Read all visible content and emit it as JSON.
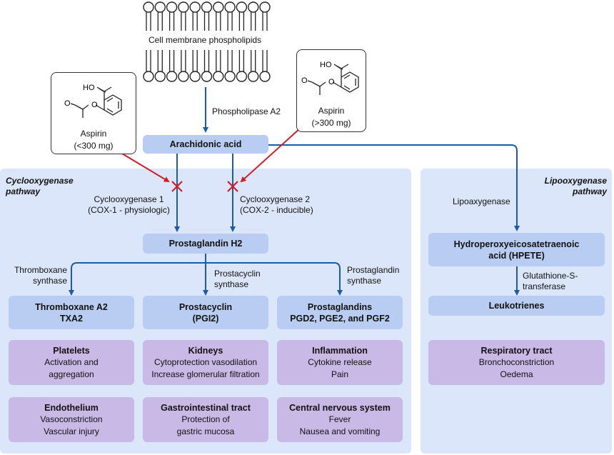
{
  "membrane_label": "Cell membrane phospholipids",
  "phospholipase": "Phospholipase A2",
  "arachidonic": "Arachidonic acid",
  "aspirin_low": {
    "name": "Aspirin",
    "dose": "(<300 mg)",
    "ho": "HO",
    "o1": "O",
    "o2": "O"
  },
  "aspirin_high": {
    "name": "Aspirin",
    "dose": "(>300 mg)",
    "ho": "HO",
    "o1": "O",
    "o2": "O"
  },
  "cox_pathway": {
    "title_1": "Cyclooxygenase",
    "title_2": "pathway",
    "cox1_line1": "Cyclooxygenase 1",
    "cox1_line2": "(COX-1 - physiologic)",
    "cox2_line1": "Cyclooxygenase 2",
    "cox2_line2": "(COX-2 - inducible)",
    "pgh2": "Prostaglandin H2",
    "synth_thromboxane_1": "Thromboxane",
    "synth_thromboxane_2": "synthase",
    "synth_prostacyclin_1": "Prostacyclin",
    "synth_prostacyclin_2": "synthase",
    "synth_prostaglandin_1": "Prostaglandin",
    "synth_prostaglandin_2": "synthase",
    "products": [
      {
        "line1": "Thromboxane A2",
        "line2": "TXA2"
      },
      {
        "line1": "Prostacyclin",
        "line2": "(PGI2)"
      },
      {
        "line1": "Prostaglandins",
        "line2": "PGD2, PGE2, and PGF2"
      }
    ],
    "effects_row1": [
      {
        "title": "Platelets",
        "line1": "Activation and",
        "line2": "aggregation"
      },
      {
        "title": "Kidneys",
        "line1": "Cytoprotection vasodilation",
        "line2": "Increase glomerular filtration"
      },
      {
        "title": "Inflammation",
        "line1": "Cytokine release",
        "line2": "Pain"
      }
    ],
    "effects_row2": [
      {
        "title": "Endothelium",
        "line1": "Vasoconstriction",
        "line2": "Vascular injury"
      },
      {
        "title": "Gastrointestinal tract",
        "line1": "Protection of",
        "line2": "gastric mucosa"
      },
      {
        "title": "Central nervous system",
        "line1": "Fever",
        "line2": "Nausea and vomiting"
      }
    ]
  },
  "lox_pathway": {
    "title_1": "Lipooxygenase",
    "title_2": "pathway",
    "enzyme": "Lipoaxygenase",
    "hpete_1": "Hydroperoxyeicosatetraenoic",
    "hpete_2": "acid (HPETE)",
    "gst_1": "Glutathione-S-",
    "gst_2": "transferase",
    "leukotrienes": "Leukotrienes",
    "effect": {
      "title": "Respiratory tract",
      "line1": "Bronchoconstriction",
      "line2": "Oedema"
    }
  },
  "colors": {
    "panel": "#dce6fb",
    "box_blue": "#b9cdf3",
    "box_purple": "#c9b9e6",
    "arrow_blue": "#1f5aa6",
    "inhibit_red": "#d01c27"
  }
}
